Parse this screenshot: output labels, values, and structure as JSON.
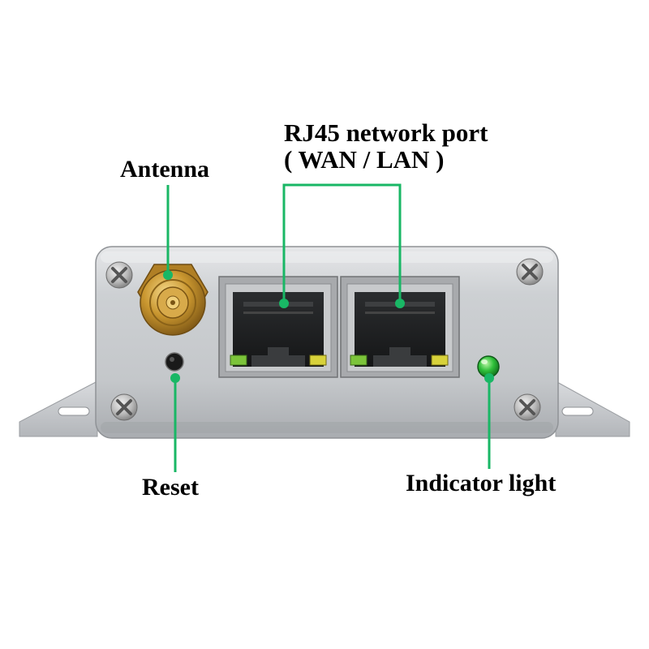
{
  "labels": {
    "rj45_line1": "RJ45 network port",
    "rj45_line2": "( WAN / LAN )",
    "antenna": "Antenna",
    "reset": "Reset",
    "indicator": "Indicator light"
  },
  "colors": {
    "callout_line": "#19b765",
    "label_text": "#000000",
    "housing": "#cfd1d4",
    "port_shell": "#9a9a9a",
    "antenna_gold": "#c9962f",
    "led_green": "#2fbf3a",
    "port_led_yellow": "#d8d23a",
    "port_led_green": "#7cc43a"
  },
  "icons": {
    "antenna": "sma-connector-icon",
    "reset": "reset-pinhole-icon",
    "indicator": "status-led-icon",
    "screws": "phillips-screw-icon"
  }
}
